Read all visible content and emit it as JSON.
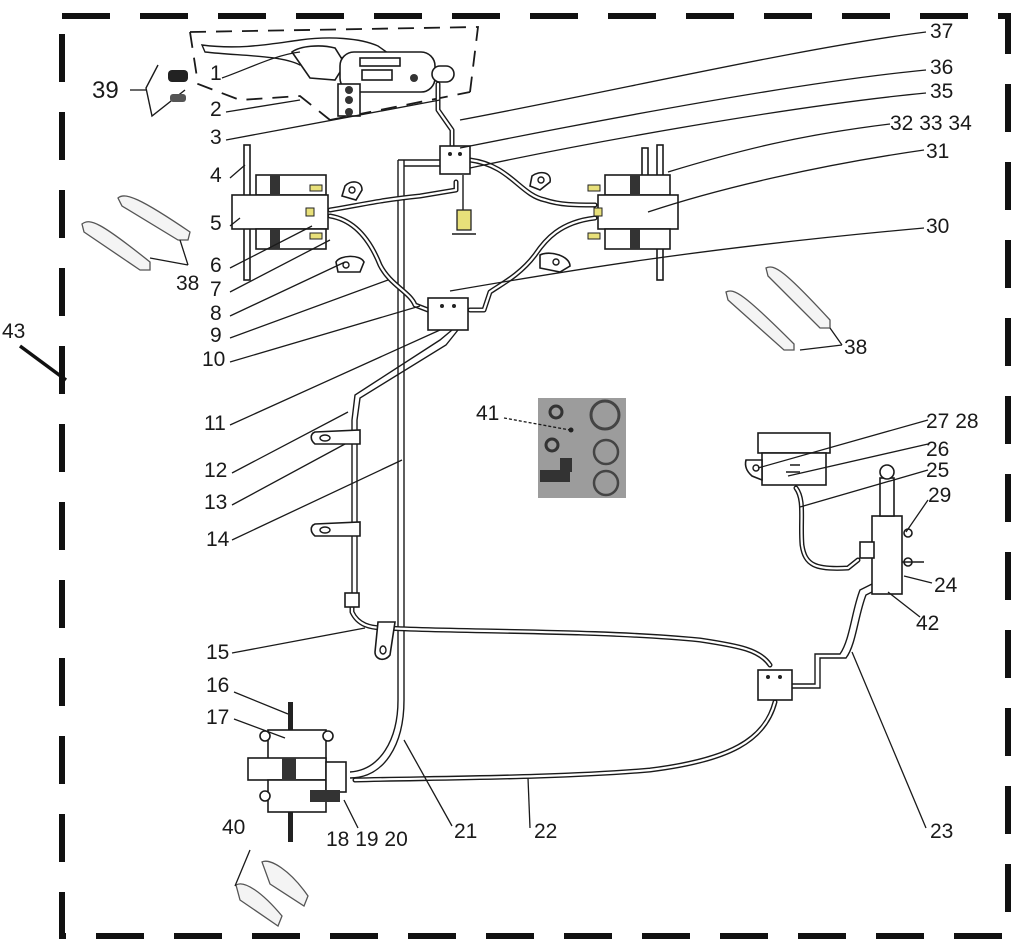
{
  "diagram": {
    "title": "Brake system exploded parts diagram",
    "callouts": [
      {
        "id": "c1",
        "text": "1"
      },
      {
        "id": "c2",
        "text": "2"
      },
      {
        "id": "c3",
        "text": "3"
      },
      {
        "id": "c4",
        "text": "4"
      },
      {
        "id": "c5",
        "text": "5"
      },
      {
        "id": "c6",
        "text": "6"
      },
      {
        "id": "c7",
        "text": "7"
      },
      {
        "id": "c8",
        "text": "8"
      },
      {
        "id": "c9",
        "text": "9"
      },
      {
        "id": "c10",
        "text": "10"
      },
      {
        "id": "c11",
        "text": "11"
      },
      {
        "id": "c12",
        "text": "12"
      },
      {
        "id": "c13",
        "text": "13"
      },
      {
        "id": "c14",
        "text": "14"
      },
      {
        "id": "c15",
        "text": "15"
      },
      {
        "id": "c16",
        "text": "16"
      },
      {
        "id": "c17",
        "text": "17"
      },
      {
        "id": "c18-20",
        "text": "18 19 20"
      },
      {
        "id": "c21",
        "text": "21"
      },
      {
        "id": "c22",
        "text": "22"
      },
      {
        "id": "c23",
        "text": "23"
      },
      {
        "id": "c24",
        "text": "24"
      },
      {
        "id": "c25",
        "text": "25"
      },
      {
        "id": "c26",
        "text": "26"
      },
      {
        "id": "c27-28",
        "text": "27 28"
      },
      {
        "id": "c29",
        "text": "29"
      },
      {
        "id": "c30",
        "text": "30"
      },
      {
        "id": "c31",
        "text": "31"
      },
      {
        "id": "c32-34",
        "text": "32 33 34"
      },
      {
        "id": "c35",
        "text": "35"
      },
      {
        "id": "c36",
        "text": "36"
      },
      {
        "id": "c37",
        "text": "37"
      },
      {
        "id": "c38a",
        "text": "38"
      },
      {
        "id": "c38b",
        "text": "38"
      },
      {
        "id": "c39",
        "text": "39"
      },
      {
        "id": "c40",
        "text": "40"
      },
      {
        "id": "c41",
        "text": "41"
      },
      {
        "id": "c42",
        "text": "42"
      },
      {
        "id": "c43",
        "text": "43"
      }
    ],
    "colors": {
      "line": "#1a1a1a",
      "background": "#ffffff",
      "photo_bg": "#9c9c9c",
      "highlight": "#e8e07a"
    }
  }
}
